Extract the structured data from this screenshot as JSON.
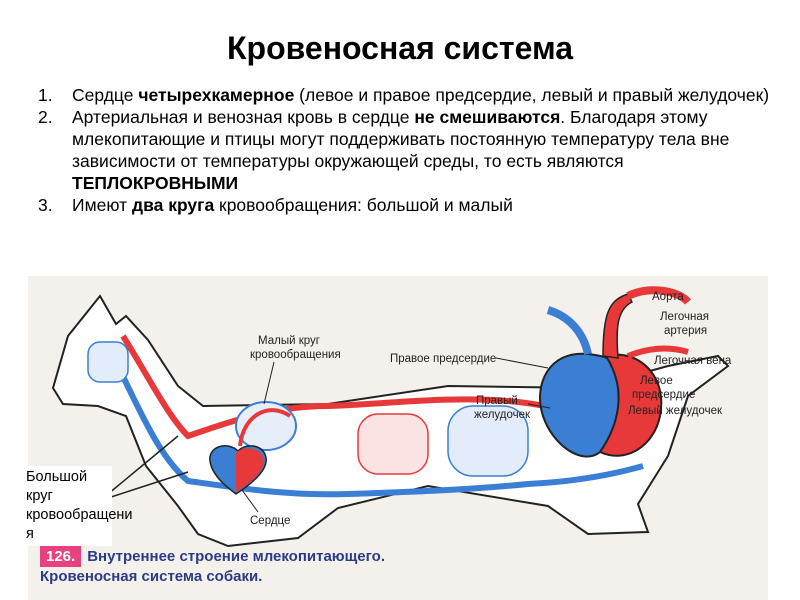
{
  "title": "Кровеносная система",
  "points": [
    {
      "num": "1.",
      "parts": [
        {
          "text": "Сердце ",
          "bold": false
        },
        {
          "text": "четырехкамерное",
          "bold": true
        },
        {
          "text": " (левое и правое предсердие, левый и правый желудочек)",
          "bold": false
        }
      ]
    },
    {
      "num": "2.",
      "parts": [
        {
          "text": "Артериальная и венозная кровь в сердце ",
          "bold": false
        },
        {
          "text": "не смешиваются",
          "bold": true
        },
        {
          "text": ". Благодаря этому млекопитающие и птицы могут поддерживать постоянную температуру тела вне зависимости от температуры окружающей среды, то есть являются ",
          "bold": false
        },
        {
          "text": "ТЕПЛОКРОВНЫМИ",
          "bold": true
        }
      ]
    },
    {
      "num": "3.",
      "parts": [
        {
          "text": "Имеют ",
          "bold": false
        },
        {
          "text": "два круга",
          "bold": true
        },
        {
          "text": " кровообращения: большой и малый",
          "bold": false
        }
      ]
    }
  ],
  "figure": {
    "labels": {
      "small_circle_1": "Малый круг",
      "small_circle_2": "кровообращения",
      "right_atrium": "Правое предсердие",
      "right_ventricle_1": "Правый",
      "right_ventricle_2": "желудочек",
      "aorta": "Аорта",
      "pulmonary_artery_1": "Легочная",
      "pulmonary_artery_2": "артерия",
      "pulmonary_vein": "Легочная вена",
      "left_atrium_1": "Левое",
      "left_atrium_2": "предсердие",
      "left_ventricle": "Левый желудочек",
      "heart": "Сердце"
    },
    "big_circle_label": [
      "Большой",
      "круг",
      "кровообращени",
      "я"
    ],
    "caption_number": "126.",
    "caption_line1": "Внутреннее строение млекопитающего.",
    "caption_line2": "Кровеносная система собаки.",
    "colors": {
      "arterial": "#e8393a",
      "venous": "#3a7fd4",
      "outline": "#222222",
      "caption": "#2b3b86",
      "caption_badge": "#e8417f"
    }
  }
}
